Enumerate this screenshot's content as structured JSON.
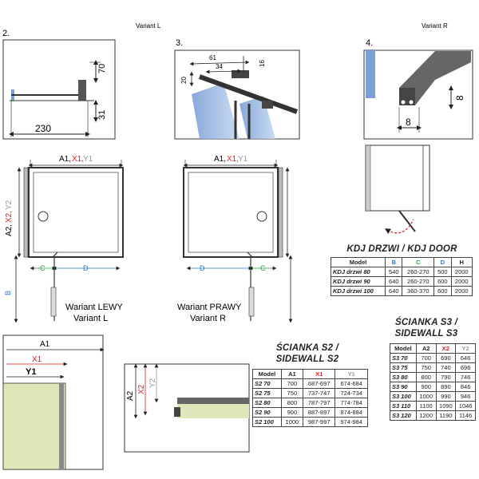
{
  "steps": {
    "s2": "2.",
    "s3": "3.",
    "s4": "4."
  },
  "header_fragments": {
    "left": "Variant L",
    "right": "Variant R"
  },
  "detail2": {
    "d70": "70",
    "d31": "31",
    "d230": "230"
  },
  "detail3": {
    "d61": "61",
    "d34": "34",
    "d16": "16",
    "d20": "20"
  },
  "detail4": {
    "d8a": "8",
    "d8b": "8"
  },
  "plan_labels": {
    "a1": "A1,",
    "x1": "X1,",
    "y1": "Y1",
    "a2": "A2,",
    "x2": "X2,",
    "y2": "Y2",
    "c": "C",
    "d": "D",
    "b": "B"
  },
  "variants": {
    "left_pl": "Wariant LEWY",
    "left_en": "Variant L",
    "right_pl": "Wariant PRAWY",
    "right_en": "Variant R"
  },
  "kdj": {
    "caption": "KDJ DRZWI / KDJ DOOR",
    "headers": [
      "Model",
      "B",
      "C",
      "D",
      "H"
    ],
    "rows": [
      [
        "KDJ drzwi 80",
        "540",
        "260-270",
        "500",
        "2000"
      ],
      [
        "KDJ drzwi 90",
        "640",
        "260-270",
        "600",
        "2000"
      ],
      [
        "KDJ drzwi 100",
        "640",
        "360-370",
        "600",
        "2000"
      ]
    ]
  },
  "s2": {
    "caption1": "ŚCIANKA S2 /",
    "caption2": "SIDEWALL S2",
    "headers": [
      "Model",
      "A1",
      "X1",
      "Y1"
    ],
    "rows": [
      [
        "S2 70",
        "700",
        "687-697",
        "674-684"
      ],
      [
        "S2 75",
        "750",
        "737-747",
        "724-734"
      ],
      [
        "S2 80",
        "800",
        "787-797",
        "774-784"
      ],
      [
        "S2 90",
        "900",
        "887-897",
        "874-884"
      ],
      [
        "S2 100",
        "1000",
        "987-997",
        "974-984"
      ]
    ]
  },
  "s3": {
    "caption1": "ŚCIANKA S3 /",
    "caption2": "SIDEWALL S3",
    "headers": [
      "Model",
      "A2",
      "X2",
      "Y2"
    ],
    "rows": [
      [
        "S3 70",
        "700",
        "690",
        "646"
      ],
      [
        "S3 75",
        "750",
        "740",
        "696"
      ],
      [
        "S3 80",
        "800",
        "790",
        "746"
      ],
      [
        "S3 90",
        "900",
        "890",
        "846"
      ],
      [
        "S3 100",
        "1000",
        "990",
        "946"
      ],
      [
        "S3 110",
        "1100",
        "1090",
        "1046"
      ],
      [
        "S3 120",
        "1200",
        "1190",
        "1146"
      ]
    ]
  },
  "detail_bottom": {
    "a1": "A1",
    "x1": "X1",
    "y1": "Y1",
    "a2": "A2",
    "x2": "X2",
    "y2": "Y2"
  },
  "colors": {
    "x_red": "#d22222",
    "y_gray": "#999999",
    "c_green": "#2a9d3a",
    "d_blue": "#2277cc",
    "glass": "#a9c4e6",
    "panel": "#dfe6b8"
  }
}
